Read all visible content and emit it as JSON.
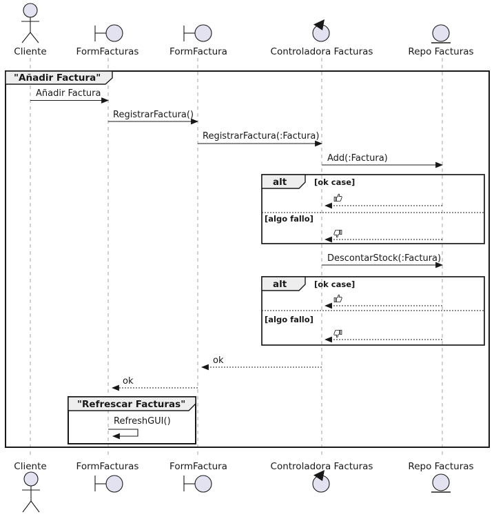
{
  "diagram_type": "uml-sequence",
  "frame": {
    "title": "\"Añadir Factura\""
  },
  "inner_frame": {
    "title": "\"Refrescar Facturas\"",
    "self_message": "RefreshGUI()"
  },
  "participants": [
    {
      "label": "Cliente",
      "icon": "actor-icon"
    },
    {
      "label": "FormFacturas",
      "icon": "boundary-icon"
    },
    {
      "label": "FormFactura",
      "icon": "boundary-icon"
    },
    {
      "label": "Controladora Facturas",
      "icon": "control-icon"
    },
    {
      "label": "Repo Facturas",
      "icon": "entity-icon"
    }
  ],
  "messages": {
    "add_invoice": "Añadir Factura",
    "register_invoice": "RegistrarFactura()",
    "register_invoice_param": "RegistrarFactura(:Factura)",
    "add_param": "Add(:Factura)",
    "discount_stock": "DescontarStock(:Factura)",
    "ok_return": "ok"
  },
  "alt_fragment": {
    "keyword": "alt",
    "guard_ok": "[ok case]",
    "guard_fail": "[algo fallo]"
  },
  "icons": {
    "result_ok": "thumbs-up-icon",
    "result_fail": "thumbs-down-icon"
  },
  "colors": {
    "participant_fill": "#E2E2F0",
    "tab_fill": "#EEEEEE",
    "border": "#181818",
    "lifeline": "#999999"
  }
}
